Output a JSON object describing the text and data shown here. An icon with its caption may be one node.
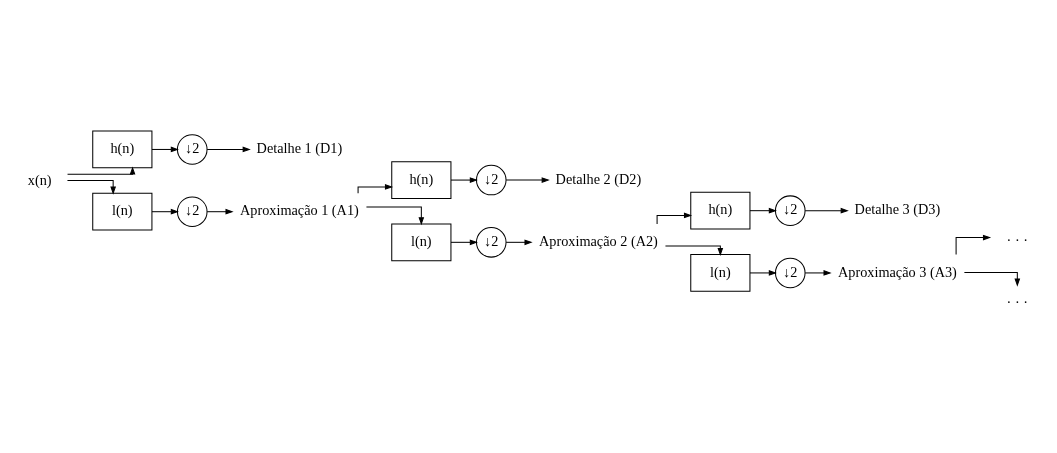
{
  "diagram": {
    "nodes": [
      {
        "text": [
          "x(n)"
        ]
      },
      {
        "text": [
          "h(n)"
        ]
      },
      {
        "text": [
          "↓2"
        ]
      },
      {
        "text": [
          "Detalhe 1 (D1)"
        ]
      },
      {
        "text": [
          "l(n)"
        ]
      },
      {
        "text": [
          "↓2"
        ]
      },
      {
        "text": [
          "Aproximação 1 (A1)"
        ]
      },
      {
        "text": [
          "h(n)"
        ]
      },
      {
        "text": [
          "↓2"
        ]
      },
      {
        "text": [
          "Detalhe 2 (D2)"
        ]
      },
      {
        "text": [
          "l(n)"
        ]
      },
      {
        "text": [
          "↓2"
        ]
      },
      {
        "text": [
          "Aproximação 2 (A2)"
        ]
      },
      {
        "text": [
          "h(n)"
        ]
      },
      {
        "text": [
          "↓2"
        ]
      },
      {
        "text": [
          "Detalhe 3 (D3)"
        ]
      },
      {
        "text": [
          "l(n)"
        ]
      },
      {
        "text": [
          "↓2"
        ]
      },
      {
        "text": [
          "Aproximação 3 (A3)"
        ]
      },
      {
        "text": [
          "· · ·"
        ]
      },
      {
        "text": [
          "· · ·"
        ]
      }
    ],
    "edges": [
      {
        "from": 0,
        "to": 1,
        "arrow": "to"
      },
      {
        "from": 0,
        "to": 4,
        "arrow": "to"
      },
      {
        "from": 1,
        "to": 2,
        "arrow": "to"
      },
      {
        "from": 2,
        "to": 3,
        "arrow": "to"
      },
      {
        "from": 4,
        "to": 5,
        "arrow": "to"
      },
      {
        "from": 5,
        "to": 6,
        "arrow": "to"
      },
      {
        "from": 6,
        "to": 7,
        "arrow": "to"
      },
      {
        "from": 6,
        "to": 10,
        "arrow": "to"
      },
      {
        "from": 7,
        "to": 8,
        "arrow": "to"
      },
      {
        "from": 8,
        "to": 9,
        "arrow": "to"
      },
      {
        "from": 10,
        "to": 11,
        "arrow": "to"
      },
      {
        "from": 11,
        "to": 12,
        "arrow": "to"
      },
      {
        "from": 12,
        "to": 13,
        "arrow": "to"
      },
      {
        "from": 12,
        "to": 16,
        "arrow": "to"
      },
      {
        "from": 13,
        "to": 14,
        "arrow": "to"
      },
      {
        "from": 14,
        "to": 15,
        "arrow": "to"
      },
      {
        "from": 16,
        "to": 17,
        "arrow": "to"
      },
      {
        "from": 17,
        "to": 18,
        "arrow": "to"
      },
      {
        "from": 18,
        "to": 19,
        "arrow": "to"
      },
      {
        "from": 18,
        "to": 20,
        "arrow": "to"
      }
    ]
  }
}
